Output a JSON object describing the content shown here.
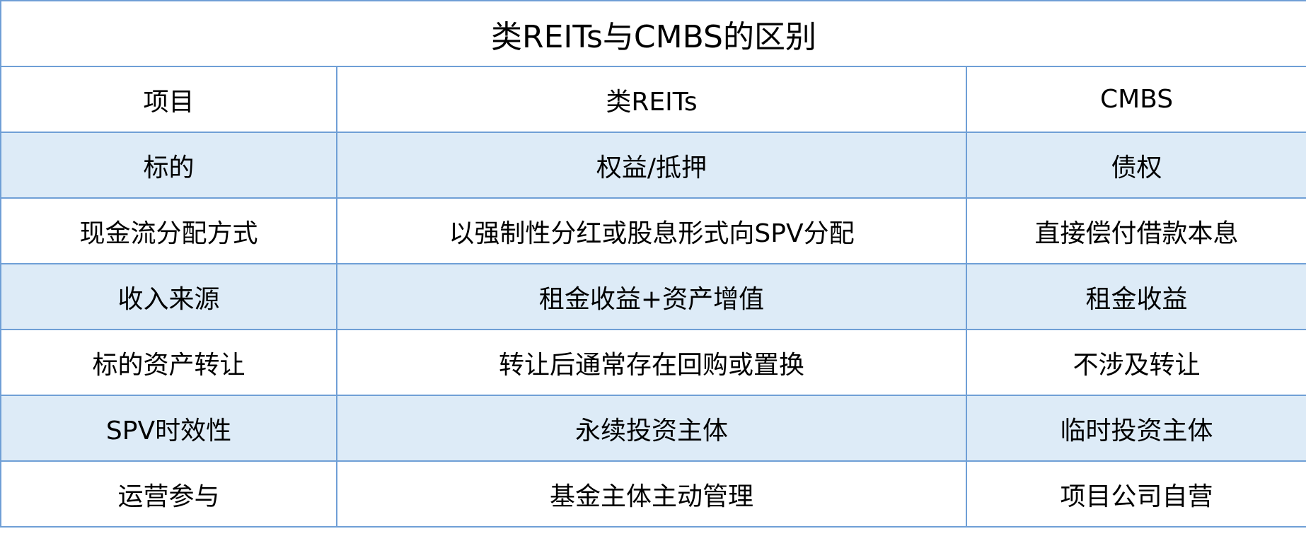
{
  "title": "类REITs与CMBS的区别",
  "columns": [
    "项目",
    "类REITs",
    "CMBS"
  ],
  "rows": [
    [
      "标的",
      "权益/抵押",
      "债权"
    ],
    [
      "现金流分配方式",
      "以强制性分红或股息形式向SPV分配",
      "直接偿付借款本息"
    ],
    [
      "收入来源",
      "租金收益+资产增值",
      "租金收益"
    ],
    [
      "标的资产转让",
      "转让后通常存在回购或置换",
      "不涉及转让"
    ],
    [
      "SPV时效性",
      "永续投资主体",
      "临时投资主体"
    ],
    [
      "运营参与",
      "基金主体主动管理",
      "项目公司自营"
    ]
  ],
  "colors": {
    "border": "#6f9fd6",
    "shaded_row": "#ddebf7",
    "plain_row": "#ffffff",
    "text": "#000000"
  }
}
